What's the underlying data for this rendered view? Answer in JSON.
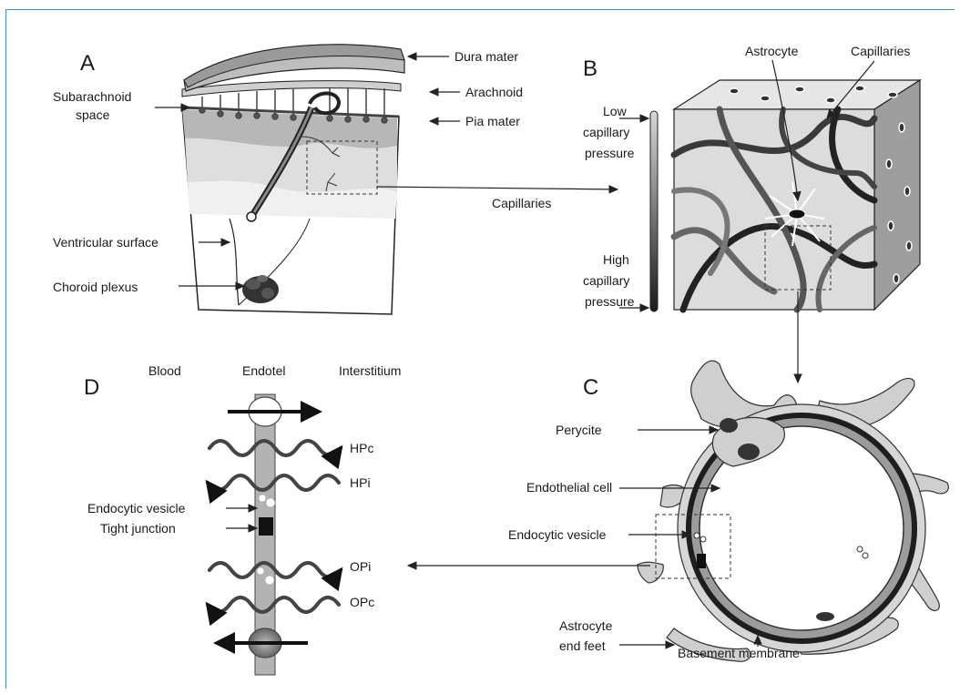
{
  "panels": {
    "a": "A",
    "b": "B",
    "c": "C",
    "d": "D"
  },
  "panel_a": {
    "dura_mater": "Dura mater",
    "arachnoid": "Arachnoid",
    "pia_mater": "Pia mater",
    "subarachnoid_1": "Subarachnoid",
    "subarachnoid_2": "space",
    "capillaries": "Capillaries",
    "ventricular_surface": "Ventricular surface",
    "choroid_plexus": "Choroid plexus"
  },
  "panel_b": {
    "astrocyte": "Astrocyte",
    "capillaries": "Capillaries",
    "low_1": "Low",
    "low_2": "capillary",
    "low_3": "pressure",
    "high_1": "High",
    "high_2": "capillary",
    "high_3": "pressure"
  },
  "panel_c": {
    "perycite": "Perycite",
    "endothelial_cell": "Endothelial cell",
    "endocytic_vesicle": "Endocytic vesicle",
    "astrocyte_1": "Astrocyte",
    "astrocyte_2": "end feet",
    "basement_membrane": "Basement membrane"
  },
  "panel_d": {
    "blood": "Blood",
    "endotel": "Endotel",
    "interstitium": "Interstitium",
    "hpc": "HPc",
    "hpi": "HPi",
    "endocytic_vesicle": "Endocytic vesicle",
    "tight_junction": "Tight  junction",
    "opi": "OPi",
    "opc": "OPc"
  }
}
